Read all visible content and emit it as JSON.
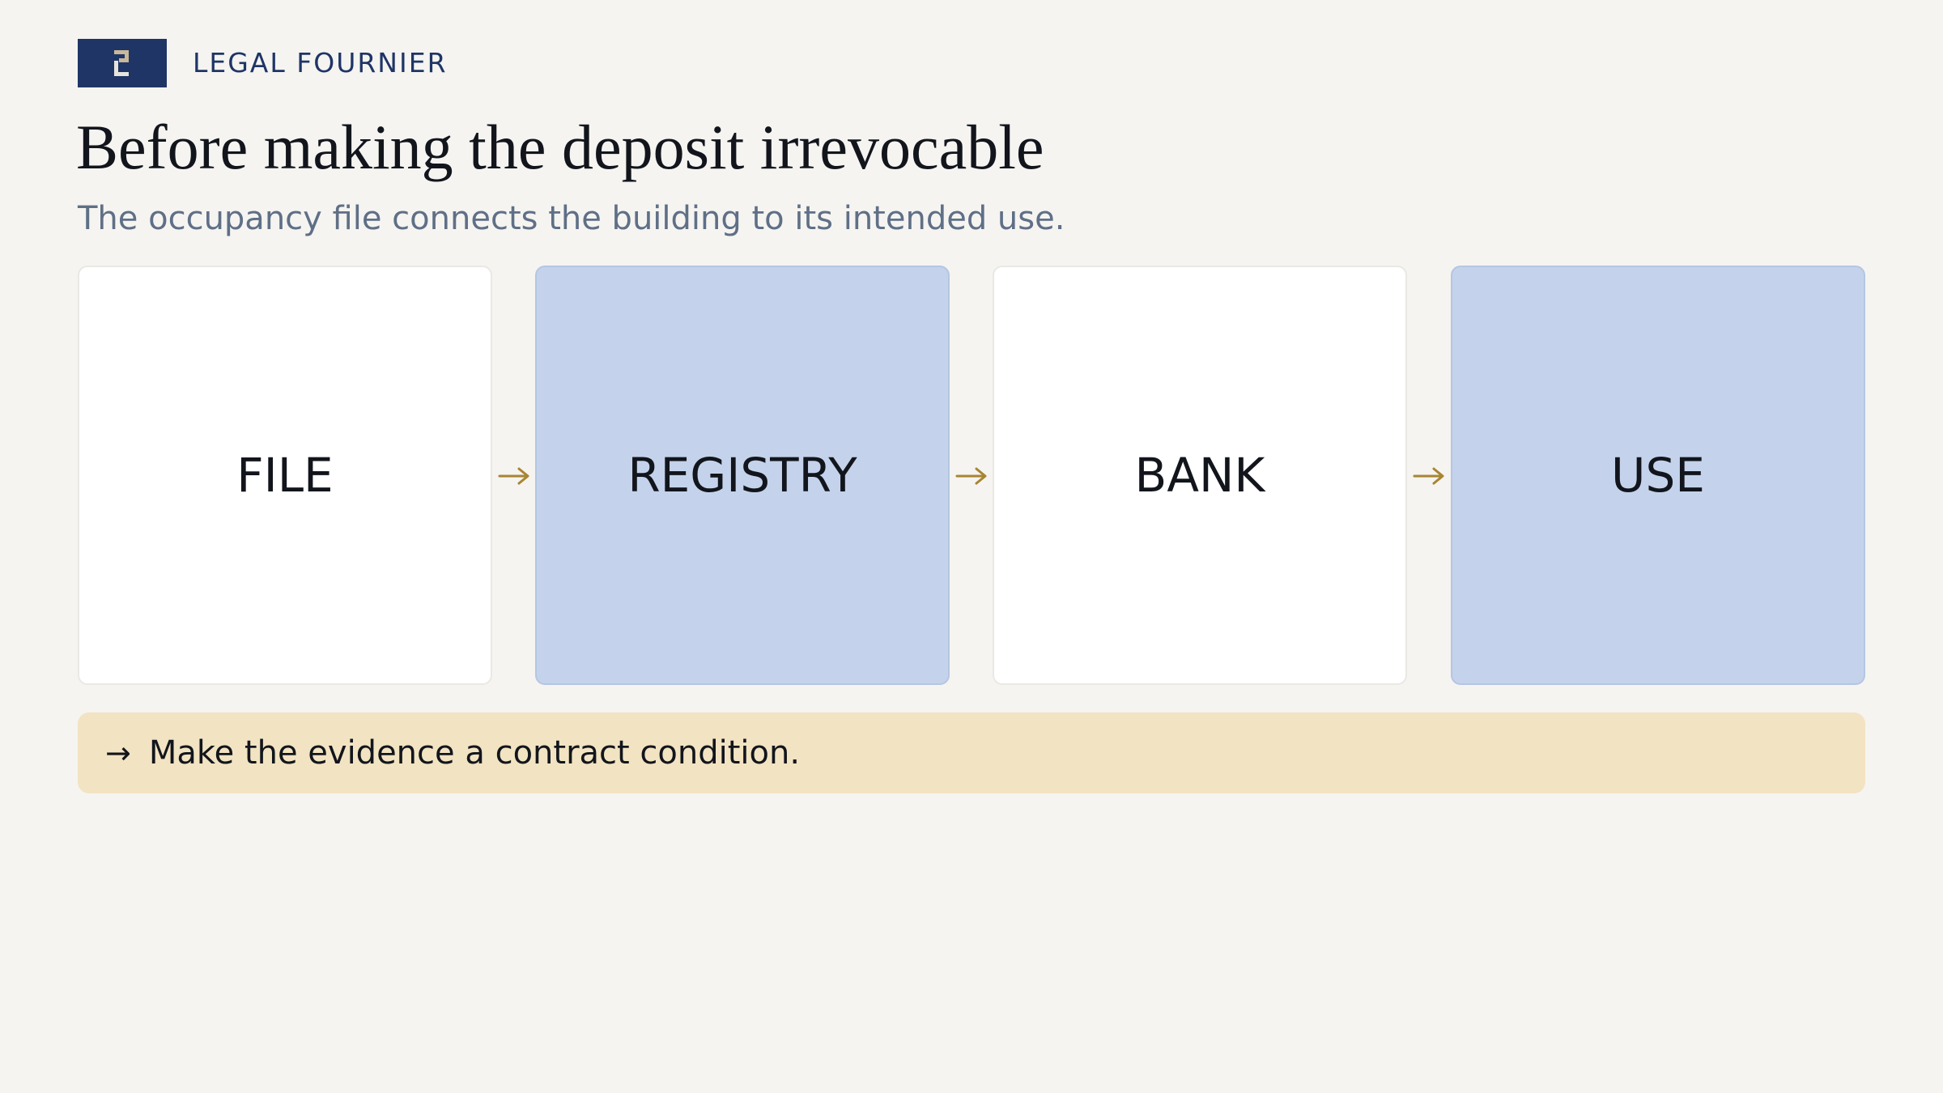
{
  "brand": {
    "logo_icon": "monogram-logo-icon",
    "name": "LEGAL FOURNIER"
  },
  "title": "Before making the deposit irrevocable",
  "subtitle": "The occupancy file connects the building to its intended use.",
  "flow": {
    "steps": [
      {
        "label": "FILE",
        "style": "white"
      },
      {
        "label": "REGISTRY",
        "style": "blue"
      },
      {
        "label": "BANK",
        "style": "white"
      },
      {
        "label": "USE",
        "style": "blue"
      }
    ],
    "arrow_icon": "right-arrow-icon",
    "arrow_color": "#a88532"
  },
  "callout": {
    "icon": "right-arrow-icon",
    "arrow_glyph": "→",
    "text": "Make the evidence a contract condition."
  },
  "colors": {
    "background": "#f5f4f1",
    "brand_navy": "#1f3566",
    "card_blue": "#c4d3eb",
    "card_white": "#ffffff",
    "callout_bg": "#f2e3c2",
    "accent_gold": "#a88532"
  }
}
